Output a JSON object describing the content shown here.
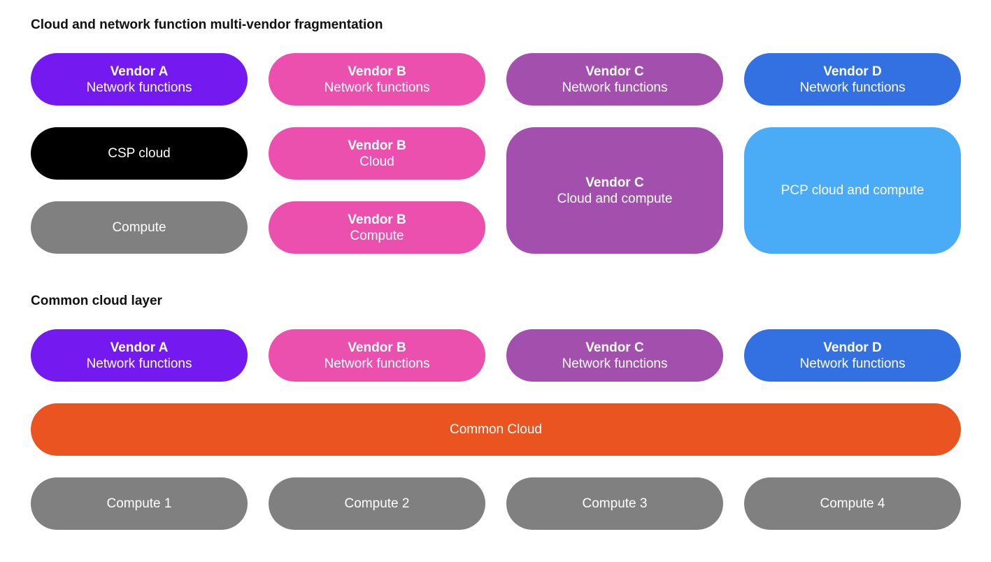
{
  "colors": {
    "vendor_a": "#7419EF",
    "vendor_b": "#EC50AF",
    "vendor_c": "#A34FAD",
    "vendor_d": "#3371E3",
    "csp_cloud": "#000000",
    "compute": "#808080",
    "pcp_cloud": "#4AABF7",
    "common_cloud": "#EA5421"
  },
  "section1": {
    "heading": "Cloud and network function multi-vendor fragmentation",
    "vendor_a_nf": {
      "title": "Vendor A",
      "subtitle": "Network functions"
    },
    "vendor_b_nf": {
      "title": "Vendor B",
      "subtitle": "Network functions"
    },
    "vendor_c_nf": {
      "title": "Vendor C",
      "subtitle": "Network functions"
    },
    "vendor_d_nf": {
      "title": "Vendor D",
      "subtitle": "Network functions"
    },
    "csp_cloud": "CSP cloud",
    "compute": "Compute",
    "vendor_b_cloud": {
      "title": "Vendor B",
      "subtitle": "Cloud"
    },
    "vendor_b_compute": {
      "title": "Vendor B",
      "subtitle": "Compute"
    },
    "vendor_c_cloud_compute": {
      "title": "Vendor C",
      "subtitle": "Cloud and compute"
    },
    "pcp_cloud_compute": "PCP cloud and compute"
  },
  "section2": {
    "heading": "Common cloud layer",
    "vendor_a_nf": {
      "title": "Vendor A",
      "subtitle": "Network functions"
    },
    "vendor_b_nf": {
      "title": "Vendor B",
      "subtitle": "Network functions"
    },
    "vendor_c_nf": {
      "title": "Vendor C",
      "subtitle": "Network functions"
    },
    "vendor_d_nf": {
      "title": "Vendor D",
      "subtitle": "Network functions"
    },
    "common_cloud": "Common Cloud",
    "compute_1": "Compute 1",
    "compute_2": "Compute 2",
    "compute_3": "Compute 3",
    "compute_4": "Compute 4"
  }
}
